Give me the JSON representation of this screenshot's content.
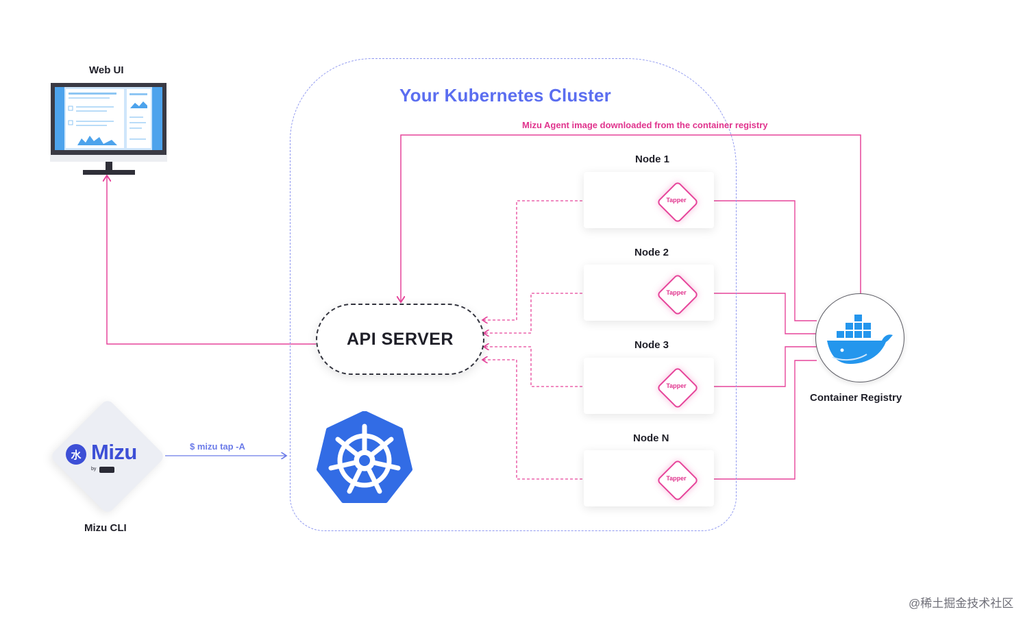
{
  "web_ui": {
    "label": "Web UI"
  },
  "cluster": {
    "title": "Your Kubernetes Cluster",
    "agent_note": "Mizu Agent image downloaded from the container registry"
  },
  "nodes": [
    {
      "title": "Node 1",
      "tapper": "Tapper"
    },
    {
      "title": "Node 2",
      "tapper": "Tapper"
    },
    {
      "title": "Node 3",
      "tapper": "Tapper"
    },
    {
      "title": "Node N",
      "tapper": "Tapper"
    }
  ],
  "api_server": {
    "label": "API SERVER"
  },
  "registry": {
    "label": "Container Registry",
    "icon": "docker-whale-icon"
  },
  "mizu": {
    "wordmark": "Mizu",
    "badge": "水",
    "by": "by",
    "command": "$ mizu tap -A",
    "cli_label": "Mizu CLI"
  },
  "kubernetes": {
    "icon": "kubernetes-helm-icon"
  },
  "watermark": "@稀土掘金技术社区",
  "colors": {
    "pink": "#e6449a",
    "blue": "#5b6ef0",
    "k8s_blue": "#326ce5",
    "docker_blue": "#2496ed",
    "dark": "#1f1f28"
  }
}
